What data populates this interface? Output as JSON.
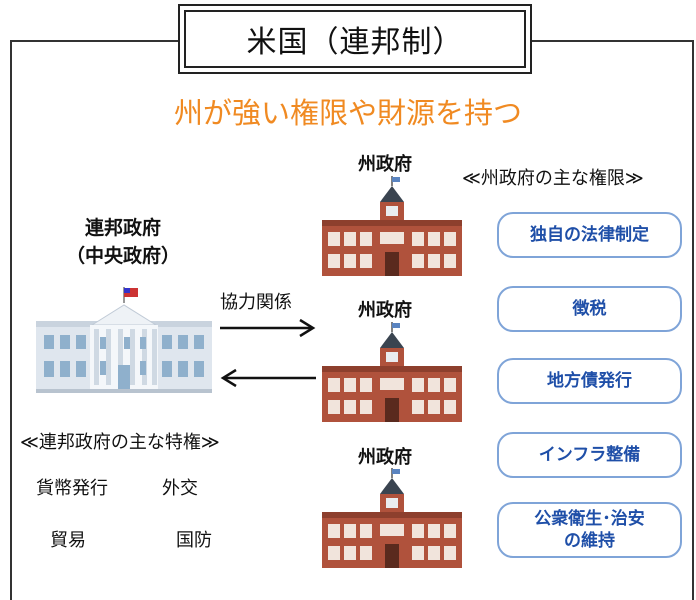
{
  "title": "米国（連邦制）",
  "subtitle": "州が強い権限や財源を持つ",
  "federal": {
    "label_line1": "連邦政府",
    "label_line2": "（中央政府）",
    "privileges_heading": "≪連邦政府の主な特権≫",
    "privileges": [
      "貨幣発行",
      "外交",
      "貿易",
      "国防"
    ]
  },
  "relation_label": "協力関係",
  "state": {
    "label": "州政府",
    "powers_heading": "≪州政府の主な権限≫",
    "powers": [
      "独自の法律制定",
      "徴税",
      "地方債発行",
      "インフラ整備",
      "公衆衛生･治安の維持"
    ]
  },
  "colors": {
    "accent": "#f08a22",
    "pill_border": "#7fa4d8",
    "pill_text": "#1f4fa8",
    "building_brick": "#b0523c"
  },
  "icons": [
    "white-house-icon",
    "state-capitol-icon",
    "right-arrow-icon",
    "left-arrow-icon"
  ]
}
